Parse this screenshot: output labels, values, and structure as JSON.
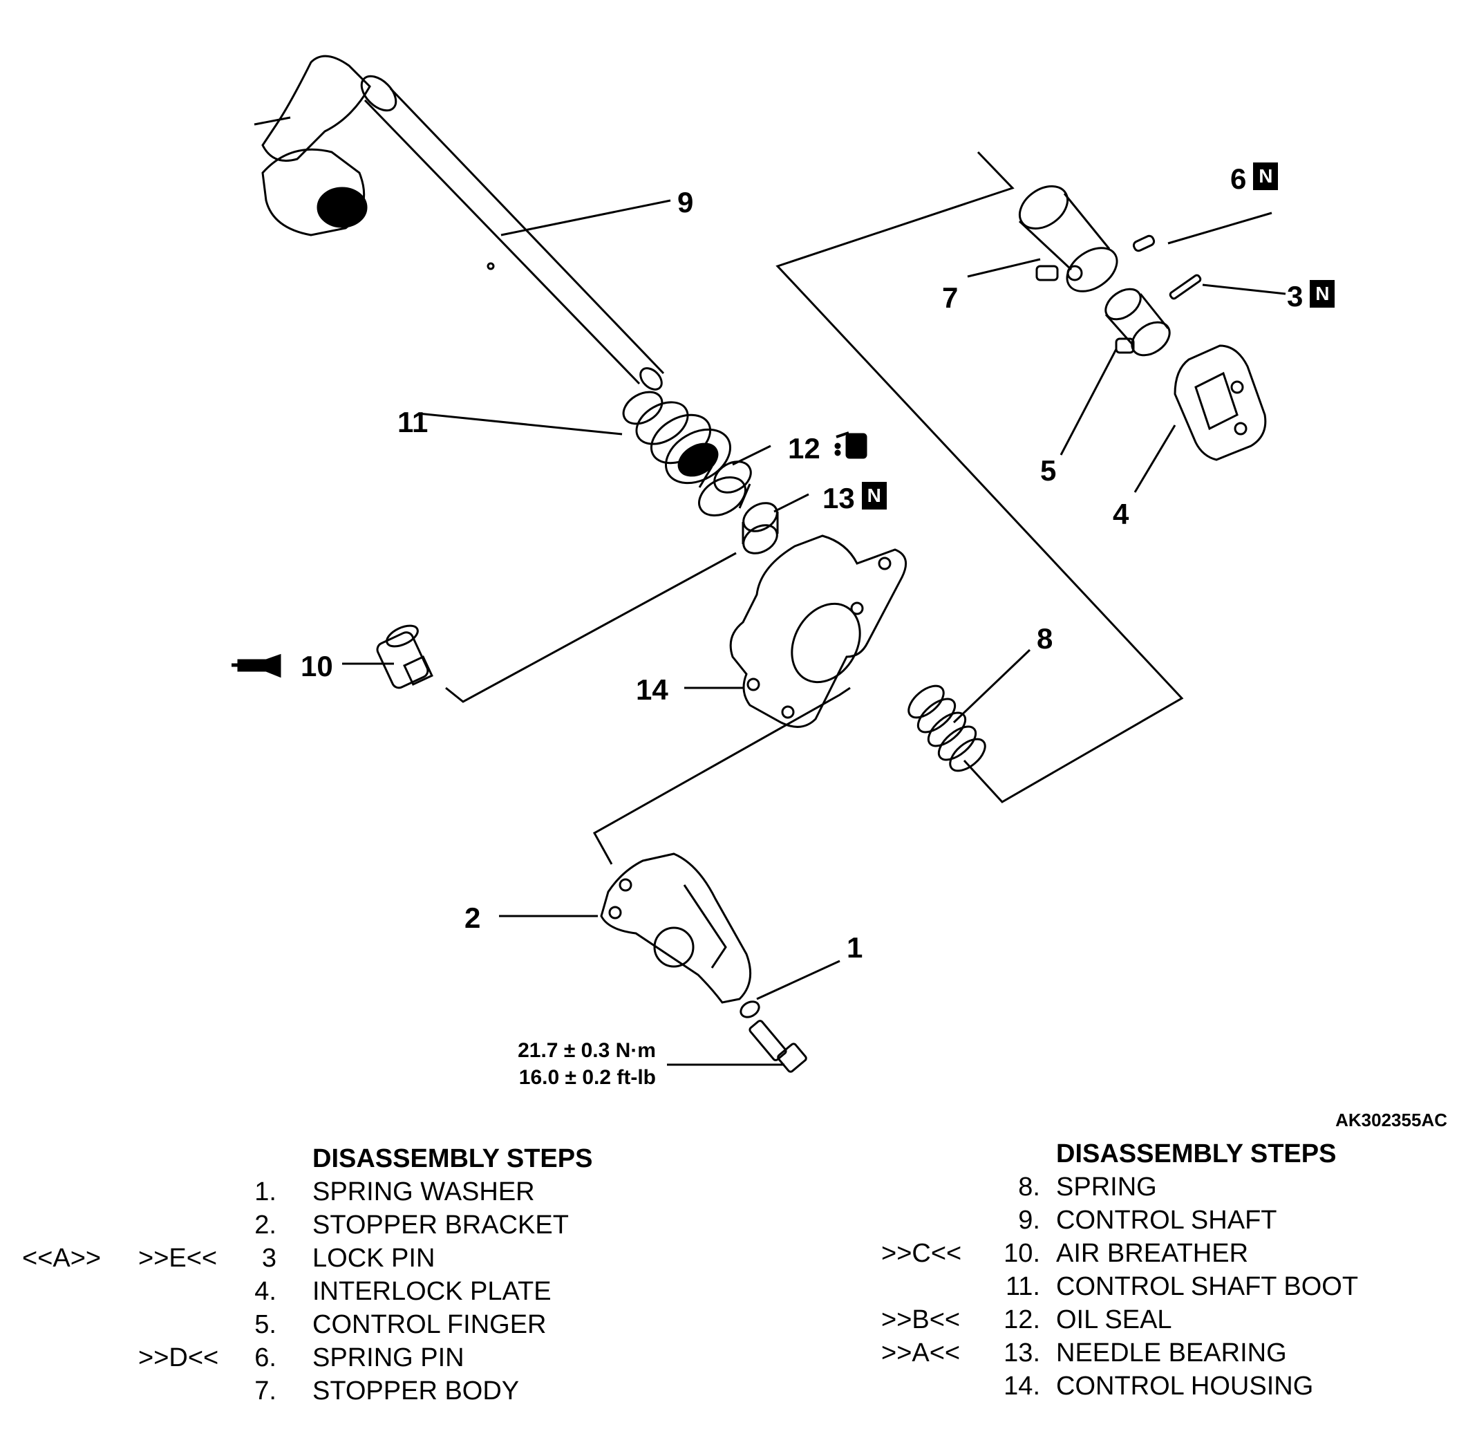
{
  "callouts": {
    "c1": "1",
    "c2": "2",
    "c3": "3",
    "c4": "4",
    "c5": "5",
    "c6": "6",
    "c7": "7",
    "c8": "8",
    "c9": "9",
    "c10": "10",
    "c11": "11",
    "c12": "12",
    "c13": "13",
    "c14": "14",
    "n_badge": "N"
  },
  "torque": {
    "line1": "21.7 ± 0.3 N·m",
    "line2": "16.0 ± 0.2 ft-lb"
  },
  "figure_code": "AK302355AC",
  "steps_left": {
    "header": "DISASSEMBLY STEPS",
    "rows": [
      {
        "m1": "",
        "m2": "",
        "num": "1.",
        "name": "SPRING WASHER"
      },
      {
        "m1": "",
        "m2": "",
        "num": "2.",
        "name": "STOPPER BRACKET"
      },
      {
        "m1": "<<A>>",
        "m2": ">>E<<",
        "num": "3",
        "name": "LOCK PIN"
      },
      {
        "m1": "",
        "m2": "",
        "num": "4.",
        "name": "INTERLOCK PLATE"
      },
      {
        "m1": "",
        "m2": "",
        "num": "5.",
        "name": "CONTROL FINGER"
      },
      {
        "m1": "",
        "m2": ">>D<<",
        "num": "6.",
        "name": "SPRING PIN"
      },
      {
        "m1": "",
        "m2": "",
        "num": "7.",
        "name": "STOPPER BODY"
      }
    ]
  },
  "steps_right": {
    "header": "DISASSEMBLY STEPS",
    "rows": [
      {
        "m2": "",
        "num": "8.",
        "name": "SPRING"
      },
      {
        "m2": "",
        "num": "9.",
        "name": "CONTROL SHAFT"
      },
      {
        "m2": ">>C<<",
        "num": "10.",
        "name": "AIR BREATHER"
      },
      {
        "m2": "",
        "num": "11.",
        "name": "CONTROL SHAFT BOOT"
      },
      {
        "m2": ">>B<<",
        "num": "12.",
        "name": "OIL SEAL"
      },
      {
        "m2": ">>A<<",
        "num": "13.",
        "name": "NEEDLE BEARING"
      },
      {
        "m2": "",
        "num": "14.",
        "name": "CONTROL HOUSING"
      }
    ]
  }
}
